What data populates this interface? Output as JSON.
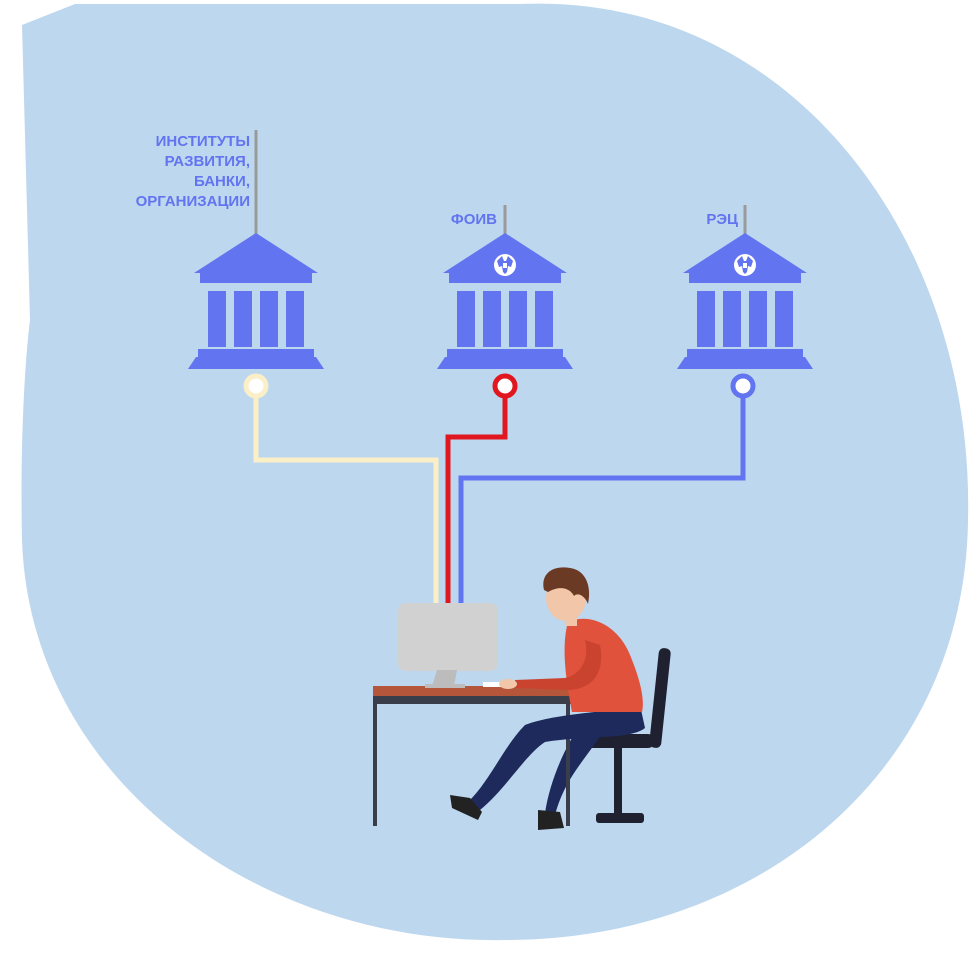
{
  "labels": {
    "institutes": "ИНСТИТУТЫ\nРАЗВИТИЯ,\nБАНКИ,\nОРГАНИЗАЦИИ",
    "foiv": "ФОИВ",
    "rec": "РЭЦ"
  },
  "colors": {
    "background_blob": "#bdd7ee",
    "building": "#6274f0",
    "label_text": "#6274f0",
    "line_institutes": "#fbefc8",
    "line_foiv": "#e0171e",
    "line_rec": "#6274f0",
    "antenna": "#9a9a9a"
  },
  "icons": {
    "building": "government-building-icon",
    "emblem": "double-headed-eagle-emblem-icon",
    "person": "person-at-computer-illustration"
  }
}
